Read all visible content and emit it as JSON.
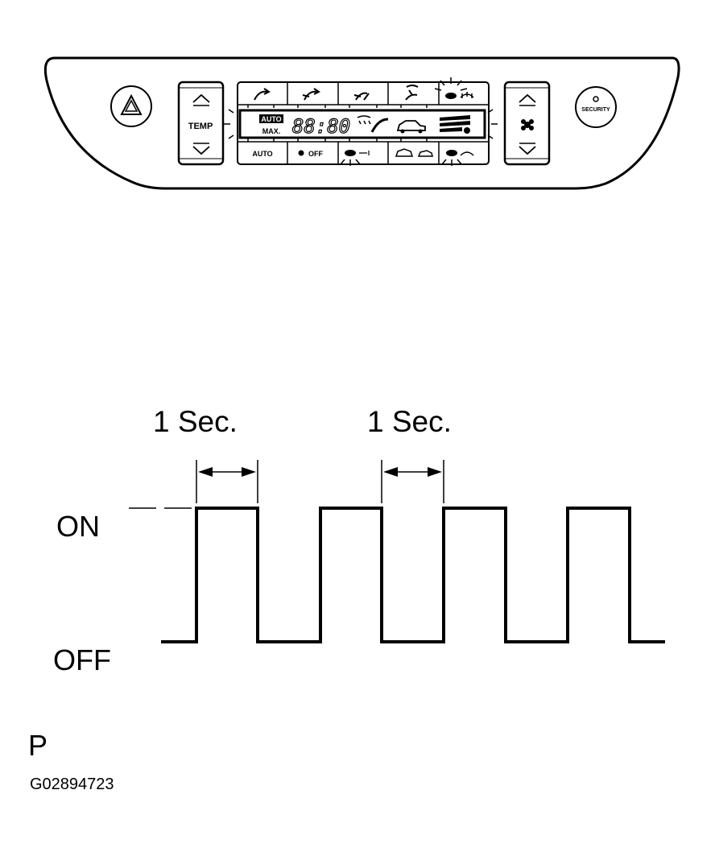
{
  "panel": {
    "temp_label": "TEMP",
    "security_label": "SECURITY",
    "auto_label": "AUTO",
    "off_label": "OFF",
    "max_label": "MAX.",
    "display_auto": "AUTO",
    "display_digits": "88:80",
    "icons": {
      "hazard": "hazard-triangle-icon",
      "fan": "fan-icon",
      "up": "chevron-up-icon",
      "down": "chevron-down-icon",
      "car": "car-icon",
      "vent": "vent-mode-icon"
    }
  },
  "timing": {
    "interval_1": "1 Sec.",
    "interval_2": "1 Sec.",
    "on_label": "ON",
    "off_label": "OFF",
    "pulse_count": 4
  },
  "footer": {
    "letter": "P",
    "code": "G02894723"
  },
  "colors": {
    "ink": "#000000",
    "paper": "#ffffff"
  }
}
